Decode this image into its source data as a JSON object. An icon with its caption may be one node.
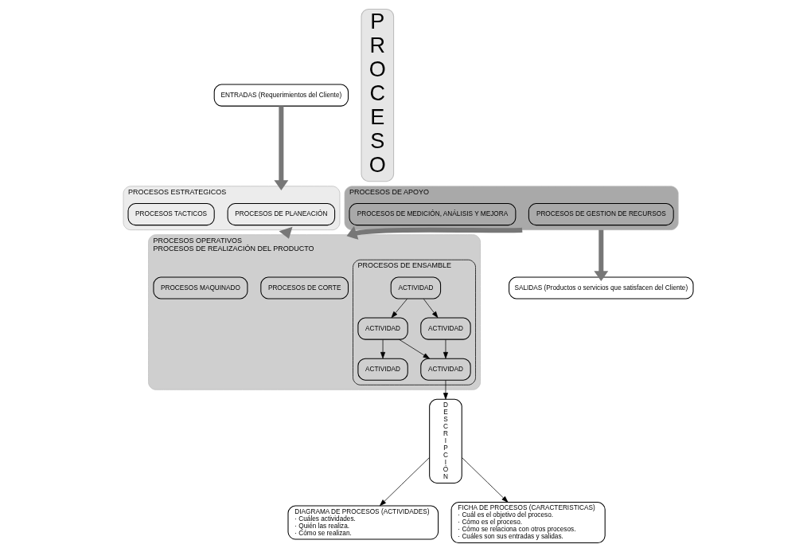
{
  "diagram": {
    "nodes": [
      {
        "text": [
          "ENTRADAS (Requerimientos del Cliente)"
        ]
      },
      {
        "text": [
          "PROCESO"
        ]
      },
      {
        "text": [
          "PROCESOS ESTRATEGICOS"
        ]
      },
      {
        "text": [
          "PROCESOS DE PLANEACIÓN"
        ],
        "in": 2
      },
      {
        "text": [
          "PROCESOS TACTICOS"
        ],
        "in": 2
      },
      {
        "text": [
          "PROCESOS OPERATIVOS",
          "PROCESOS DE REALIZACIÓN DEL PRODUCTO"
        ]
      },
      {
        "text": [
          "PROCESOS DE CORTE"
        ],
        "in": 5
      },
      {
        "text": [
          "PROCESOS MAQUINADO"
        ],
        "in": 5
      },
      {
        "text": [
          "PROCESOS DE ENSAMBLE"
        ],
        "in": 5
      },
      {
        "text": [
          "ACTIVIDAD"
        ],
        "in": 8
      },
      {
        "text": [
          "ACTIVIDAD"
        ],
        "in": 8
      },
      {
        "text": [
          "ACTIVIDAD"
        ],
        "in": 8
      },
      {
        "text": [
          "ACTIVIDAD"
        ],
        "in": 8
      },
      {
        "text": [
          "ACTIVIDAD"
        ],
        "in": 8
      },
      {
        "text": [
          "PROCESOS DE APOYO"
        ]
      },
      {
        "text": [
          "PROCESOS DE GESTION DE RECURSOS"
        ],
        "in": 14
      },
      {
        "text": [
          "PROCESOS DE MEDICIÓN, ANÁLISIS Y MEJORA"
        ],
        "in": 14
      },
      {
        "text": [
          "SALIDAS (Productos o servicios que satisfacen del Cliente)"
        ]
      },
      {
        "text": [
          "DESCRIPCIÓN"
        ]
      },
      {
        "text": [
          "DIAGRAMA DE PROCESOS (ACTIVIDADES)",
          "· Cuáles actividades.",
          "· Quién las realiza.",
          "· Cómo se realizan."
        ]
      },
      {
        "text": [
          "FICHA DE PROCESOS (CARACTERISTICAS)",
          "· Cuál es el objetivo del proceso.",
          "· Cómo es el proceso.",
          "· Cómo se relaciona con otros procesos.",
          "· Cuáles son sus entradas y salidas."
        ]
      }
    ],
    "edges": [
      {
        "from": 0,
        "to": 2,
        "arrow": "to",
        "style": "thick",
        "color": "#777777"
      },
      {
        "from": 2,
        "to": 5,
        "arrow": "to",
        "style": "thick",
        "color": "#777777"
      },
      {
        "from": 9,
        "to": 10,
        "arrow": "to"
      },
      {
        "from": 9,
        "to": 13,
        "arrow": "to"
      },
      {
        "from": 10,
        "to": 11,
        "arrow": "to"
      },
      {
        "from": 10,
        "to": 12,
        "arrow": "to"
      },
      {
        "from": 13,
        "to": 12,
        "arrow": "to"
      },
      {
        "from": 12,
        "to": 18,
        "arrow": "to"
      },
      {
        "from": 18,
        "to": 19,
        "arrow": "to"
      },
      {
        "from": 18,
        "to": 20,
        "arrow": "to"
      },
      {
        "from": 14,
        "to": 5,
        "arrow": "to",
        "style": "thick",
        "color": "#777777"
      },
      {
        "from": 14,
        "to": 17,
        "arrow": "to",
        "style": "thick",
        "color": "#777777"
      }
    ]
  }
}
